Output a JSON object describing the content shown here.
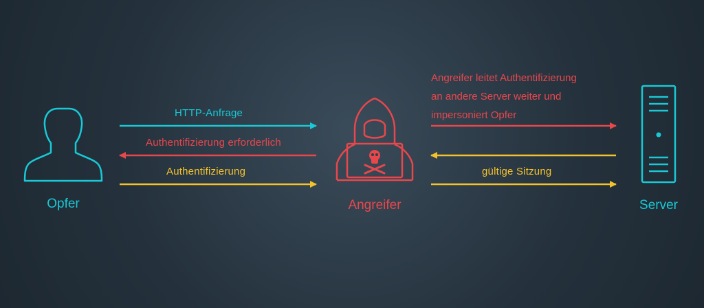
{
  "nodes": {
    "victim": "Opfer",
    "attacker": "Angreifer",
    "server": "Server"
  },
  "left_flow": {
    "request": "HTTP-Anfrage",
    "auth_required": "Authentifizierung erforderlich",
    "auth": "Authentifizierung"
  },
  "right_flow": {
    "note_lines": [
      "Angreifer leitet Authentifizierung",
      "an andere Server weiter und",
      "impersoniert Opfer"
    ],
    "valid_session": "gültige Sitzung"
  },
  "colors": {
    "cyan": "#19c9d6",
    "red": "#e8474c",
    "yellow": "#f4c22b"
  }
}
